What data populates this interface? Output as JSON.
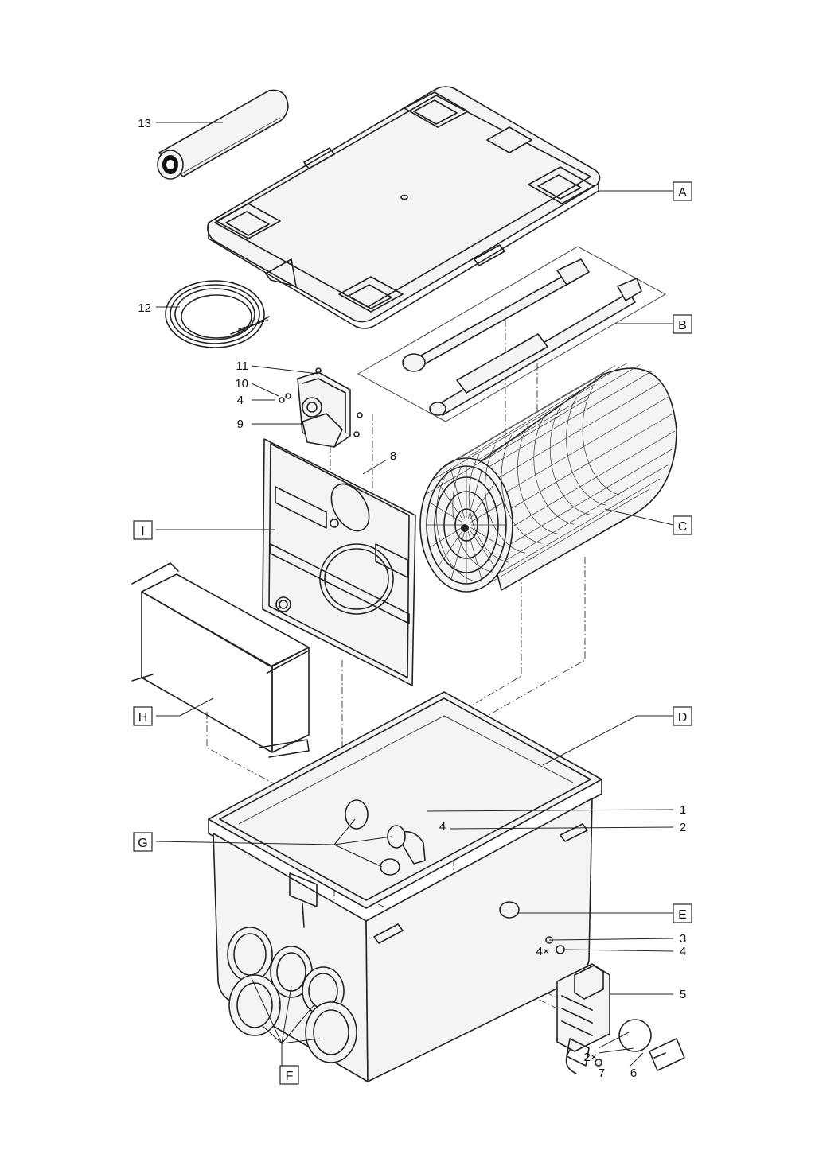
{
  "callouts": {
    "n1": "1",
    "n2": "2",
    "n3": "3",
    "n4a": "4",
    "n4b": "4",
    "n5": "5",
    "n6": "6",
    "n7": "7",
    "n8": "8",
    "n9": "9",
    "n10": "10",
    "n11": "11",
    "n12": "12",
    "n13": "13",
    "n4c": "4"
  },
  "letters": {
    "A": "A",
    "B": "B",
    "C": "C",
    "D": "D",
    "E": "E",
    "F": "F",
    "G": "G",
    "H": "H",
    "I": "I"
  },
  "quantities": {
    "q4x_screws": "4×",
    "q4x_inner": "4",
    "q2x": "2×"
  }
}
